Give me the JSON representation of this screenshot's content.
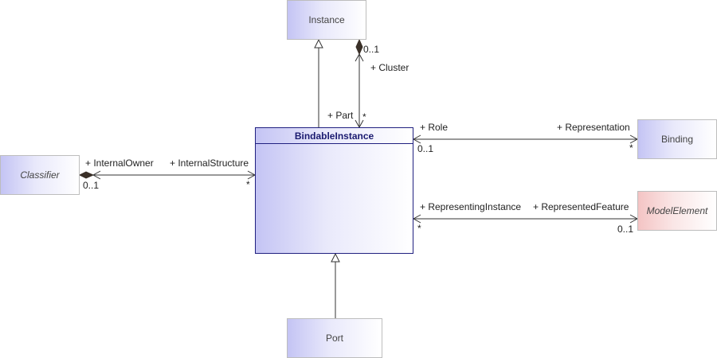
{
  "classes": {
    "instance": "Instance",
    "bindable_instance": "BindableInstance",
    "classifier": "Classifier",
    "binding": "Binding",
    "model_element": "ModelElement",
    "port": "Port"
  },
  "associations": {
    "cluster_part": {
      "part_role": "+ Part",
      "part_mult": "*",
      "cluster_role": "+ Cluster",
      "cluster_mult": "0..1"
    },
    "role_binding": {
      "role": "+ Role",
      "role_mult": "0..1",
      "representation": "+ Representation",
      "representation_mult": "*"
    },
    "internal": {
      "owner": "+ InternalOwner",
      "owner_mult": "0..1",
      "structure": "+ InternalStructure",
      "structure_mult": "*"
    },
    "representing": {
      "representing": "+ RepresentingInstance",
      "representing_mult": "*",
      "represented": "+ RepresentedFeature",
      "represented_mult": "0..1"
    }
  },
  "colors": {
    "class_fill": "#c4c4f4",
    "abstract_pink_fill": "#f4c4c4",
    "main_border": "#202080",
    "edge": "#333333"
  }
}
